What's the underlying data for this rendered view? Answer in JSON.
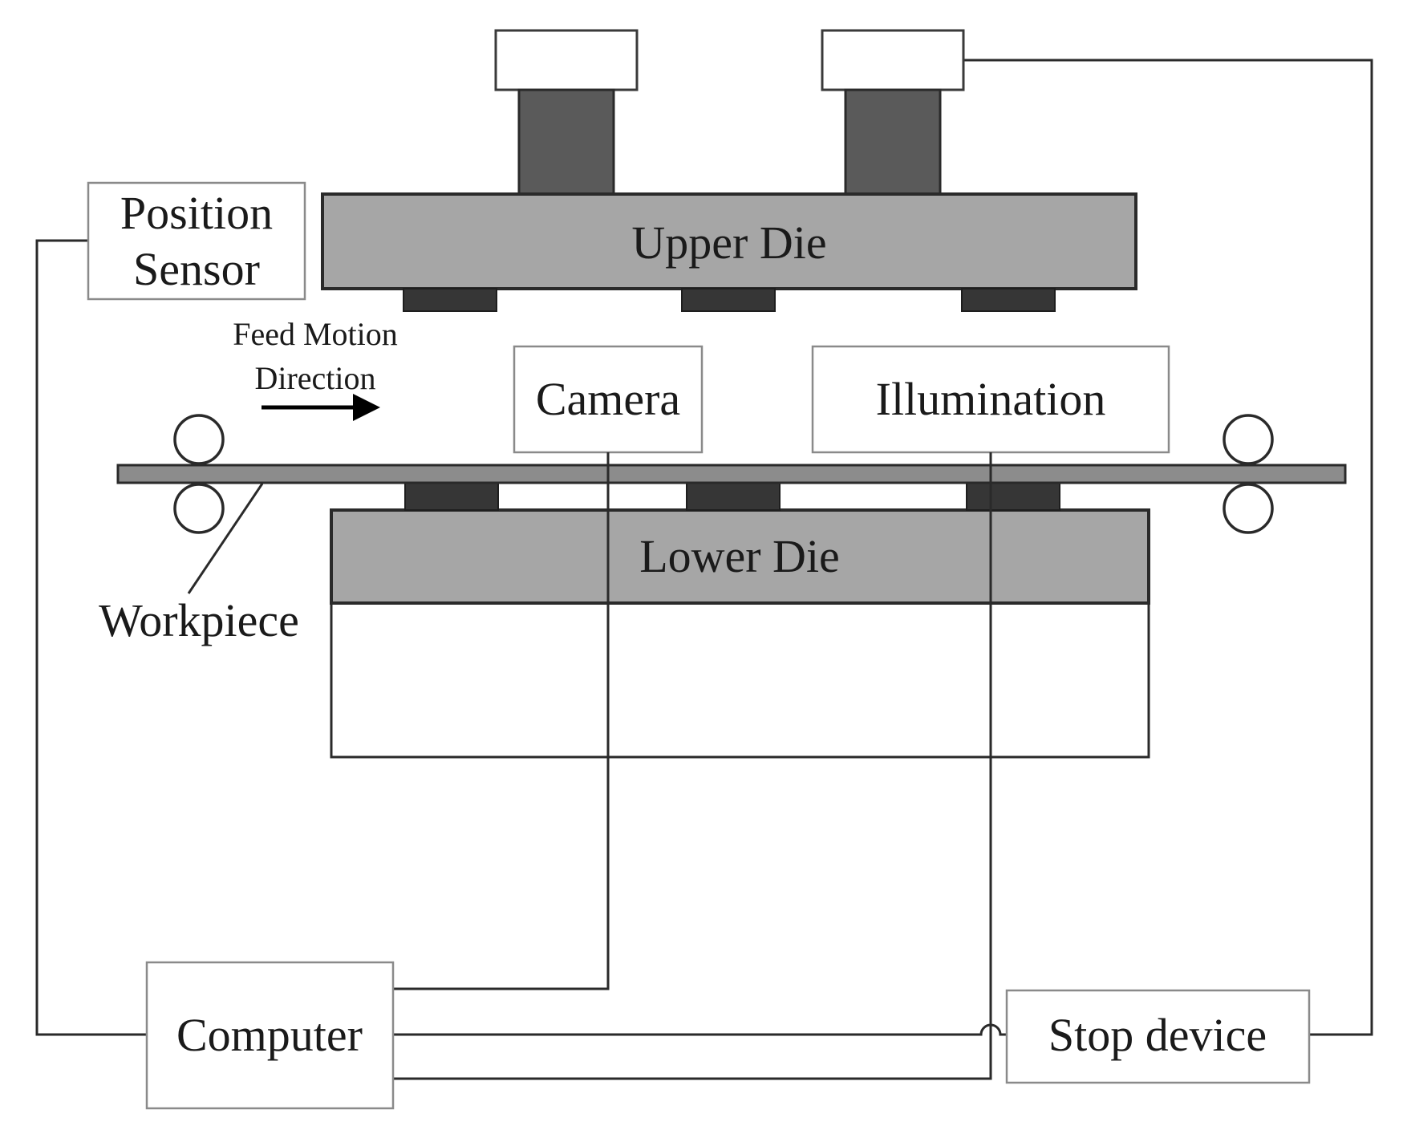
{
  "labels": {
    "upper_die": "Upper Die",
    "lower_die": "Lower Die",
    "position_sensor_line1": "Position",
    "position_sensor_line2": "Sensor",
    "feed_line1": "Feed Motion",
    "feed_line2": "Direction",
    "camera": "Camera",
    "illumination": "Illumination",
    "workpiece": "Workpiece",
    "computer": "Computer",
    "stop_device": "Stop device"
  },
  "colors": {
    "die_fill": "#a6a6a6",
    "pad_fill": "#363636",
    "cylinder_fill": "#5a5a5a",
    "strip_fill": "#8c8c8c",
    "line": "#2a2a2a"
  }
}
